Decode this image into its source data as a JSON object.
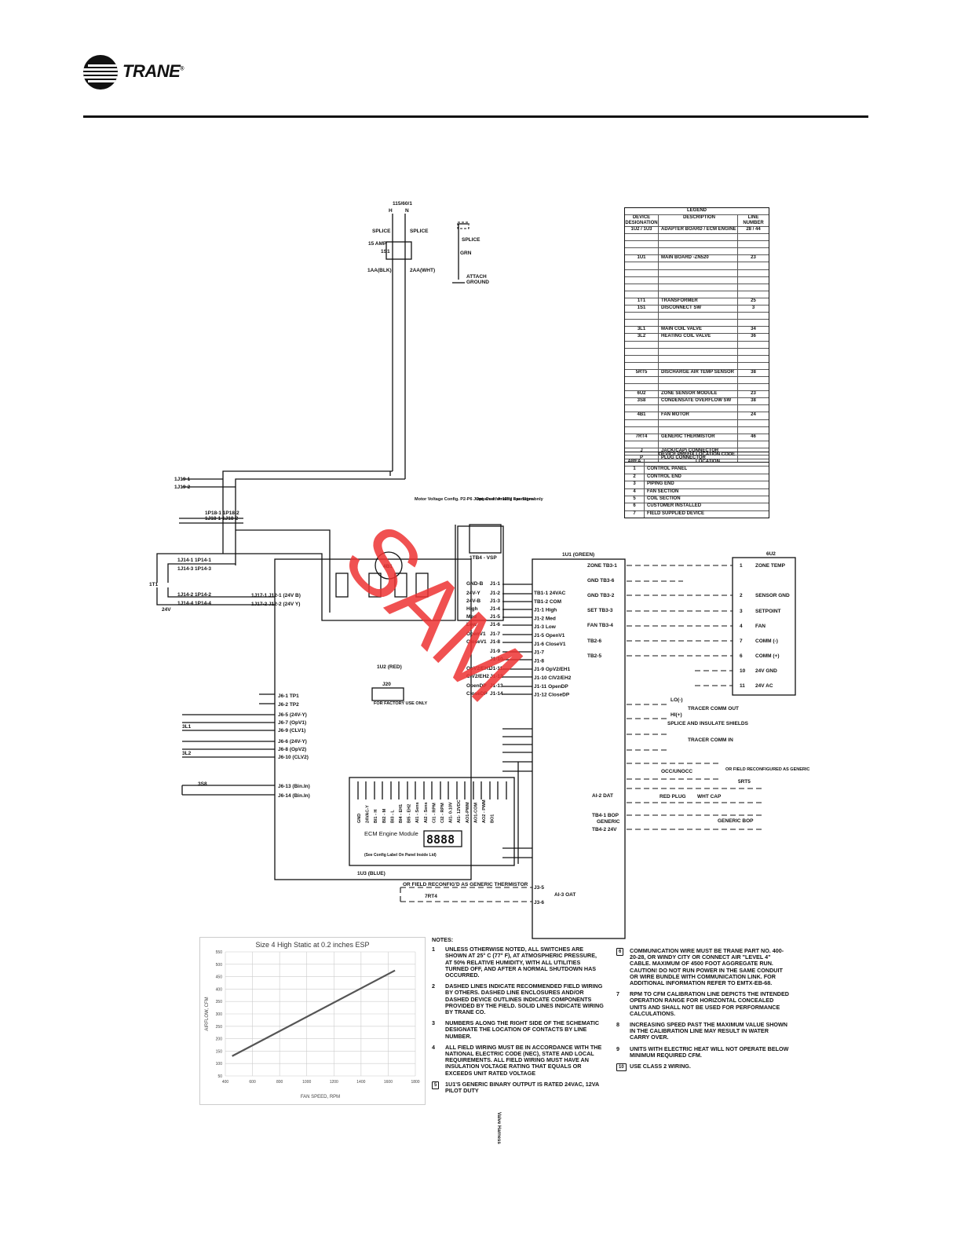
{
  "brand": {
    "name": "TRANE",
    "reg": "®"
  },
  "power": {
    "supply": "115/60/1",
    "h": "H",
    "n": "N",
    "splice": "SPLICE",
    "fuse": "15 AMP",
    "sw": "1S1",
    "blk": "1AA(BLK)",
    "wht": "2AA(WHT)",
    "grn": "GRN",
    "attach": "ATTACH",
    "ground": "GROUND"
  },
  "legend": {
    "title": "LEGEND",
    "headers": [
      "DEVICE DESIGNATION",
      "DESCRIPTION",
      "LINE NUMBER"
    ],
    "rows": [
      [
        "1U2 / 1U3",
        "ADAPTER BOARD / ECM ENGINE",
        "28 / 44"
      ],
      [
        "",
        "",
        ""
      ],
      [
        "",
        "",
        ""
      ],
      [
        "",
        "",
        ""
      ],
      [
        "1U1",
        "MAIN BOARD -ZN520",
        "23"
      ],
      [
        "",
        "",
        ""
      ],
      [
        "",
        "",
        ""
      ],
      [
        "",
        "",
        ""
      ],
      [
        "",
        "",
        ""
      ],
      [
        "",
        "",
        ""
      ],
      [
        "1T1",
        "TRANSFORMER",
        "25"
      ],
      [
        "1S1",
        "DISCONNECT SW",
        "3"
      ],
      [
        "",
        "",
        ""
      ],
      [
        "",
        "",
        ""
      ],
      [
        "3L1",
        "MAIN COIL VALVE",
        "34"
      ],
      [
        "3L2",
        "HEATING COIL VALVE",
        "36"
      ],
      [
        "",
        "",
        ""
      ],
      [
        "",
        "",
        ""
      ],
      [
        "",
        "",
        ""
      ],
      [
        "",
        "",
        ""
      ],
      [
        "5RT5",
        "DISCHARGE AIR TEMP SENSOR",
        "38"
      ],
      [
        "",
        "",
        ""
      ],
      [
        "",
        "",
        ""
      ],
      [
        "6U2",
        "ZONE SENSOR MODULE",
        "23"
      ],
      [
        "3S8",
        "CONDENSATE OVERFLOW SW",
        "38"
      ],
      [
        "",
        "",
        ""
      ],
      [
        "4B1",
        "FAN MOTOR",
        "24"
      ],
      [
        "",
        "",
        ""
      ],
      [
        "",
        "",
        ""
      ],
      [
        "7RT4",
        "GENERIC THERMISTOR",
        "46"
      ],
      [
        "",
        "",
        ""
      ],
      [
        "J",
        "JACK(CAP) CONNECTOR",
        ""
      ],
      [
        "P",
        "PLUG CONNECTOR",
        ""
      ]
    ]
  },
  "prefix": {
    "title": "DEVICE PREFIX LOCATION CODE",
    "headers": [
      "AREA",
      "LOCATION"
    ],
    "rows": [
      [
        "1",
        "CONTROL PANEL"
      ],
      [
        "2",
        "CONTROL END"
      ],
      [
        "3",
        "PIPING END"
      ],
      [
        "4",
        "FAN SECTION"
      ],
      [
        "5",
        "COIL SECTION"
      ],
      [
        "6",
        "CUSTOMER INSTALLED"
      ],
      [
        "7",
        "FIELD SUPPLIED DEVICE"
      ]
    ]
  },
  "diagram": {
    "motor_note": "Motor Voltage Config. P2-P6 Jumpered for 115V operation only",
    "analog_note": "Opt. Cust. Analog Fan Signal",
    "tb4": "1TB4 - VSP",
    "u1": "1U1 (GREEN)",
    "u2": "1U2 (RED)",
    "u3": "1U3 (BLUE)",
    "fan_motor": "4B1",
    "t1": "1T1",
    "v24": "24V",
    "j20": "J20",
    "factory": "FOR FACTORY USE ONLY",
    "ecm": "ECM Engine Module",
    "ecm_note": "(See Config Label On Panel Inside Lid)",
    "display": "8888",
    "zone_sensor": "6U2",
    "generic_therm": "OR FIELD RECONFIG'D AS GENERIC THERMISTOR",
    "rt4": "7RT4",
    "rt5": "5RT5",
    "s8": "3S8",
    "valves": [
      "3L1",
      "3L2"
    ],
    "valve_harness": "Valve Harness",
    "sensor_terms": [
      "ZONE TEMP",
      "SENSOR GND",
      "SETPOINT",
      "FAN",
      "COMM (-)",
      "COMM (+)",
      "24V GND",
      "24V AC"
    ],
    "sensor_nums": [
      "1",
      "2",
      "3",
      "4",
      "7",
      "6",
      "10",
      "11"
    ],
    "u1_left": [
      "GND-B",
      "24V-Y",
      "24V-B",
      "High",
      "Med",
      "Low",
      "OpenV1",
      "CloseV1",
      "",
      "",
      "OpV2/EH1",
      "CIV2/EH2",
      "OpenDP",
      "CloseDP"
    ],
    "u1_j1": [
      "J1-1",
      "J1-2",
      "J1-3",
      "J1-4",
      "J1-5",
      "J1-6",
      "J1-7",
      "J1-8",
      "J1-9",
      "J1-10",
      "J1-11",
      "J1-12",
      "J1-13",
      "J1-14"
    ],
    "tb_right": [
      "TB1-1 24VAC",
      "TB1-2 COM",
      "J1-1 High",
      "J1-2 Med",
      "J1-3 Low",
      "J1-5 OpenV1",
      "J1-6 CloseV1",
      "J1-7",
      "J1-8",
      "J1-9 OpV2/EH1",
      "J1-10 CIV2/EH2",
      "J1-11 OpenDP",
      "J1-12 CloseDP"
    ],
    "u1_terms": [
      "ZONE TB3-1",
      "GND TB3-6",
      "GND TB3-2",
      "SET TB3-3",
      "FAN TB3-4",
      "TB2-6",
      "TB2-5"
    ],
    "j6": [
      "J6-1 TP1",
      "J6-2 TP2",
      "J6-5 (24V-Y)",
      "J6-7 (OpV1)",
      "J6-9 (CLV1)",
      "J6-6 (24V-Y)",
      "J6-8 (OpV2)",
      "J6-10 (CLV2)",
      "J6-13 (Bin.In)",
      "J6-14 (Bin.In)"
    ],
    "j19": [
      "1J19-1",
      "1J19-2"
    ],
    "j18": [
      "1P18-1 1P18-2",
      "1J18-1 1J18-2"
    ],
    "j14": [
      "1J14-1 1P14-1",
      "1J14-3 1P14-3",
      "1J14-2 1P14-2",
      "1J14-4 1P14-4"
    ],
    "j12": [
      "1J17-1 J12-1 (24V B)",
      "1J17-2 J12-2 (24V Y)"
    ],
    "ecm_pins": [
      "GND",
      "24VAC-Y",
      "BI1 - H",
      "BI2 - M",
      "BI3 - L",
      "BI4 - EH1",
      "BI5 - EH2",
      "AI1 - Sens",
      "AI2 - Sens",
      "CI1 - RPM",
      "CI2 - RPM",
      "AI1- 0-10V",
      "AI1- 12VDC",
      "AO1-PWM",
      "AO1-COM",
      "AO2 - PWM",
      "BO1"
    ],
    "comm": [
      "LO(-)",
      "HI(+)",
      "TRACER COMM OUT",
      "SPLICE AND INSULATE SHIELDS",
      "TRACER COMM IN"
    ],
    "bi": [
      "OCC/UNOCC",
      "OR FIELD RECONFIGURED AS GENERIC"
    ],
    "dat": [
      "AI-2 DAT",
      "RED PLUG",
      "WHT CAP"
    ],
    "bop": [
      "TB4-1 BOP",
      "GENERIC",
      "TB4-2 24V",
      "GENERIC BOP"
    ],
    "oat": [
      "J3-5",
      "AI-3 OAT",
      "J3-6"
    ]
  },
  "chart_data": {
    "type": "line",
    "title": "Size 4 High Static at 0.2 inches ESP",
    "xlabel": "FAN SPEED, RPM",
    "ylabel": "AIRFLOW, CFM",
    "xlim": [
      400,
      1800
    ],
    "ylim": [
      50,
      550
    ],
    "xticks": [
      400,
      600,
      800,
      1000,
      1200,
      1400,
      1600,
      1800
    ],
    "yticks": [
      50,
      100,
      150,
      200,
      250,
      300,
      350,
      400,
      450,
      500,
      550
    ],
    "grid": true,
    "series": [
      {
        "x": [
          450,
          1650
        ],
        "y": [
          130,
          475
        ]
      }
    ]
  },
  "notes": {
    "title": "NOTES:",
    "left": [
      [
        "1",
        "UNLESS OTHERWISE NOTED, ALL SWITCHES ARE SHOWN AT 25° C (77° F), AT ATMOSPHERIC PRESSURE, AT 50% RELATIVE HUMIDITY, WITH ALL UTILITIES TURNED OFF, AND AFTER A NORMAL SHUTDOWN HAS OCCURRED."
      ],
      [
        "2",
        "DASHED LINES INDICATE RECOMMENDED FIELD WIRING BY OTHERS. DASHED LINE ENCLOSURES AND/OR DASHED DEVICE OUTLINES INDICATE COMPONENTS PROVIDED BY THE FIELD. SOLID LINES INDICATE WIRING BY TRANE CO."
      ],
      [
        "3",
        "NUMBERS ALONG THE RIGHT SIDE OF THE SCHEMATIC DESIGNATE THE LOCATION OF CONTACTS BY LINE NUMBER."
      ],
      [
        "4",
        "ALL FIELD WIRING MUST BE IN ACCORDANCE WITH THE NATIONAL ELECTRIC CODE (NEC), STATE AND LOCAL REQUIREMENTS. ALL FIELD WIRING MUST HAVE AN INSULATION VOLTAGE RATING THAT EQUALS OR EXCEEDS UNIT RATED VOLTAGE"
      ],
      [
        "5",
        "1U1'S GENERIC BINARY OUTPUT IS RATED 24VAC, 12VA PILOT DUTY"
      ]
    ],
    "right": [
      [
        "6",
        "COMMUNICATION WIRE MUST BE TRANE PART NO. 400-20-28, OR WINDY CITY OR CONNECT AIR \"LEVEL 4\" CABLE. MAXIMUM OF 4500 FOOT AGGREGATE RUN. CAUTION! DO NOT RUN POWER IN THE SAME CONDUIT OR WIRE BUNDLE WITH COMMUNICATION LINK. FOR ADDITIONAL INFORMATION REFER TO EMTX-EB-68."
      ],
      [
        "7",
        "RPM TO CFM CALIBRATION LINE DEPICTS THE INTENDED OPERATION RANGE FOR HORIZONTAL CONCEALED UNITS AND SHALL NOT BE USED FOR PERFORMANCE CALCULATIONS."
      ],
      [
        "8",
        "INCREASING SPEED PAST THE MAXIMUM VALUE SHOWN IN THE CALIBRATION LINE MAY RESULT IN WATER CARRY OVER."
      ],
      [
        "9",
        "UNITS WITH ELECTRIC HEAT WILL NOT OPERATE BELOW MINIMUM REQUIRED CFM."
      ],
      [
        "10",
        "USE CLASS 2 WIRING."
      ]
    ]
  },
  "watermark": "SAM"
}
